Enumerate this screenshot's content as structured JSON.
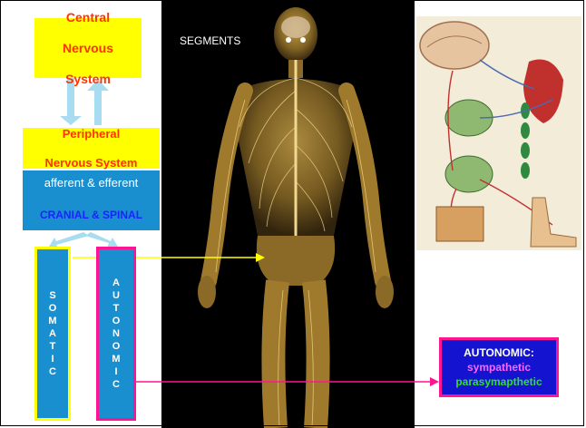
{
  "title_segments": "SEGMENTS",
  "cns": {
    "line1": "Central",
    "line2": "Nervous",
    "line3": "System"
  },
  "pns": {
    "line1": "Peripheral",
    "line2": "Nervous System"
  },
  "afferent_efferent": "afferent & efferent",
  "cranial_spinal": "CRANIAL & SPINAL",
  "somatic_letters": [
    "S",
    "O",
    "M",
    "A",
    "T",
    "I",
    "C"
  ],
  "autonomic_letters": [
    "A",
    "U",
    "T",
    "O",
    "N",
    "O",
    "M",
    "I",
    "C"
  ],
  "autonomic_legend": {
    "title": "AUTONOMIC:",
    "sympathetic": "sympathetic",
    "parasympathetic": "parasymapthetic"
  },
  "colors": {
    "cns_box": "#ffff00",
    "box_text": "#ff3300",
    "blue_box": "#1a8fd0",
    "cranial_text": "#1a23ff",
    "somatic_border": "#ffff00",
    "autonomic_border": "#ff1493",
    "arrow_light": "#a8dcf0"
  }
}
